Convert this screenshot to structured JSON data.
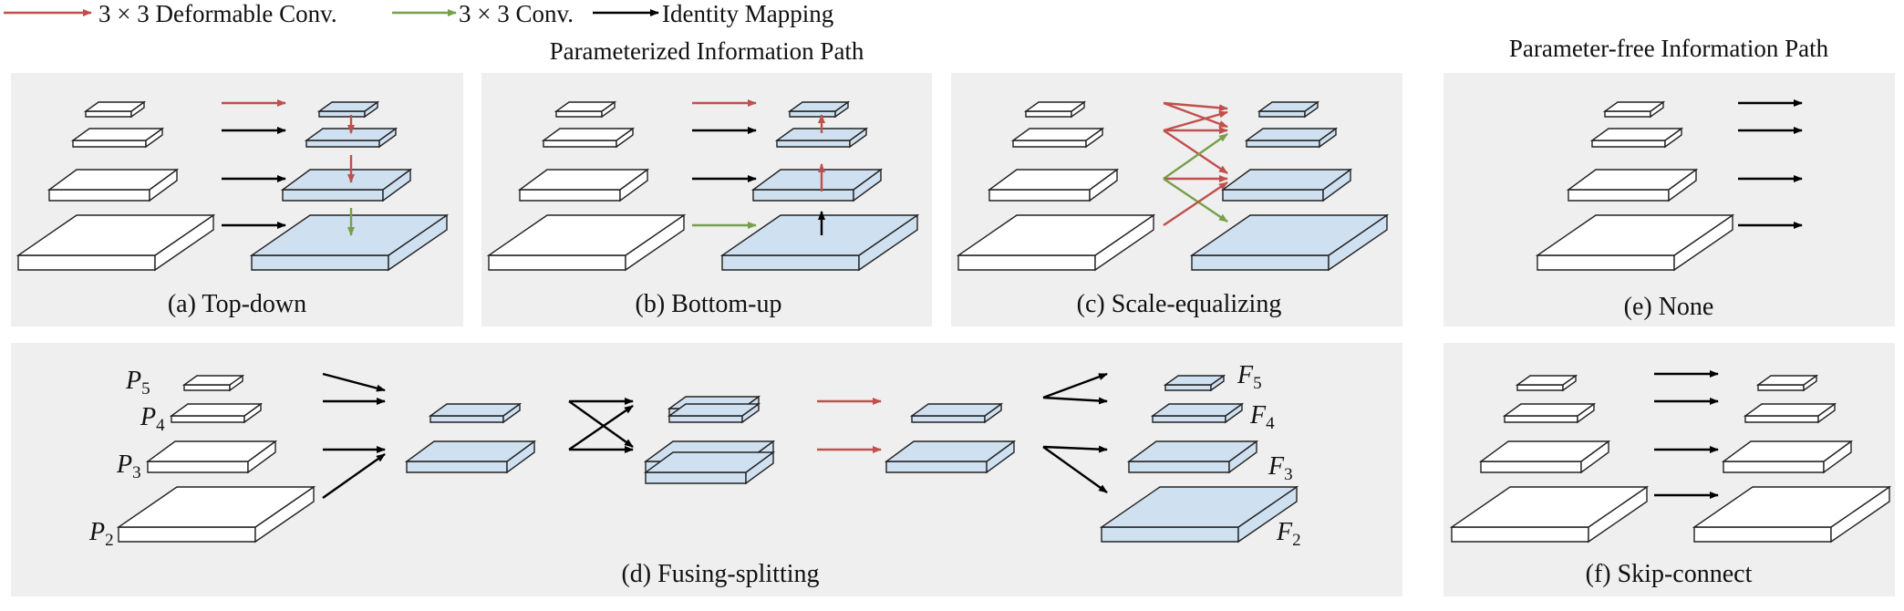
{
  "legend": [
    {
      "label": "3 × 3 Deformable Conv.",
      "color": "#c0504d"
    },
    {
      "label": "3 × 3 Conv.",
      "color": "#77a049"
    },
    {
      "label": "Identity Mapping",
      "color": "#000000"
    }
  ],
  "headings": {
    "parameterized": "Parameterized Information Path",
    "parameter_free": "Parameter-free Information Path"
  },
  "panels": [
    {
      "id": "a",
      "caption": "(a) Top-down"
    },
    {
      "id": "b",
      "caption": "(b) Bottom-up"
    },
    {
      "id": "c",
      "caption": "(c) Scale-equalizing"
    },
    {
      "id": "e",
      "caption": "(e) None"
    },
    {
      "id": "d",
      "caption": "(d) Fusing-splitting"
    },
    {
      "id": "f",
      "caption": "(f) Skip-connect"
    }
  ],
  "input_labels": {
    "p5": "P",
    "p4": "P",
    "p3": "P",
    "p2": "P",
    "s5": "5",
    "s4": "4",
    "s3": "3",
    "s2": "2"
  },
  "output_labels": {
    "f5": "F",
    "f4": "F",
    "f3": "F",
    "f2": "F",
    "s5": "5",
    "s4": "4",
    "s3": "3",
    "s2": "2"
  },
  "colors": {
    "panel_bg": "#efefef",
    "feature_white": "#ffffff",
    "feature_blue": "#cfe0f0",
    "red": "#c0504d",
    "green": "#77a049",
    "black": "#000000"
  }
}
